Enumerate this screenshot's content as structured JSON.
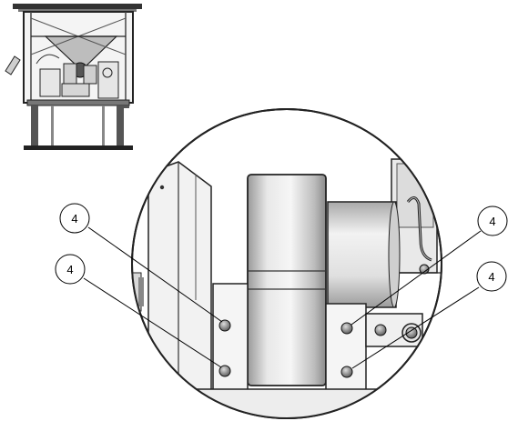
{
  "diagram": {
    "callouts": [
      {
        "id": "c1",
        "label": "4"
      },
      {
        "id": "c2",
        "label": "4"
      },
      {
        "id": "c3",
        "label": "4"
      },
      {
        "id": "c4",
        "label": "4"
      }
    ]
  }
}
